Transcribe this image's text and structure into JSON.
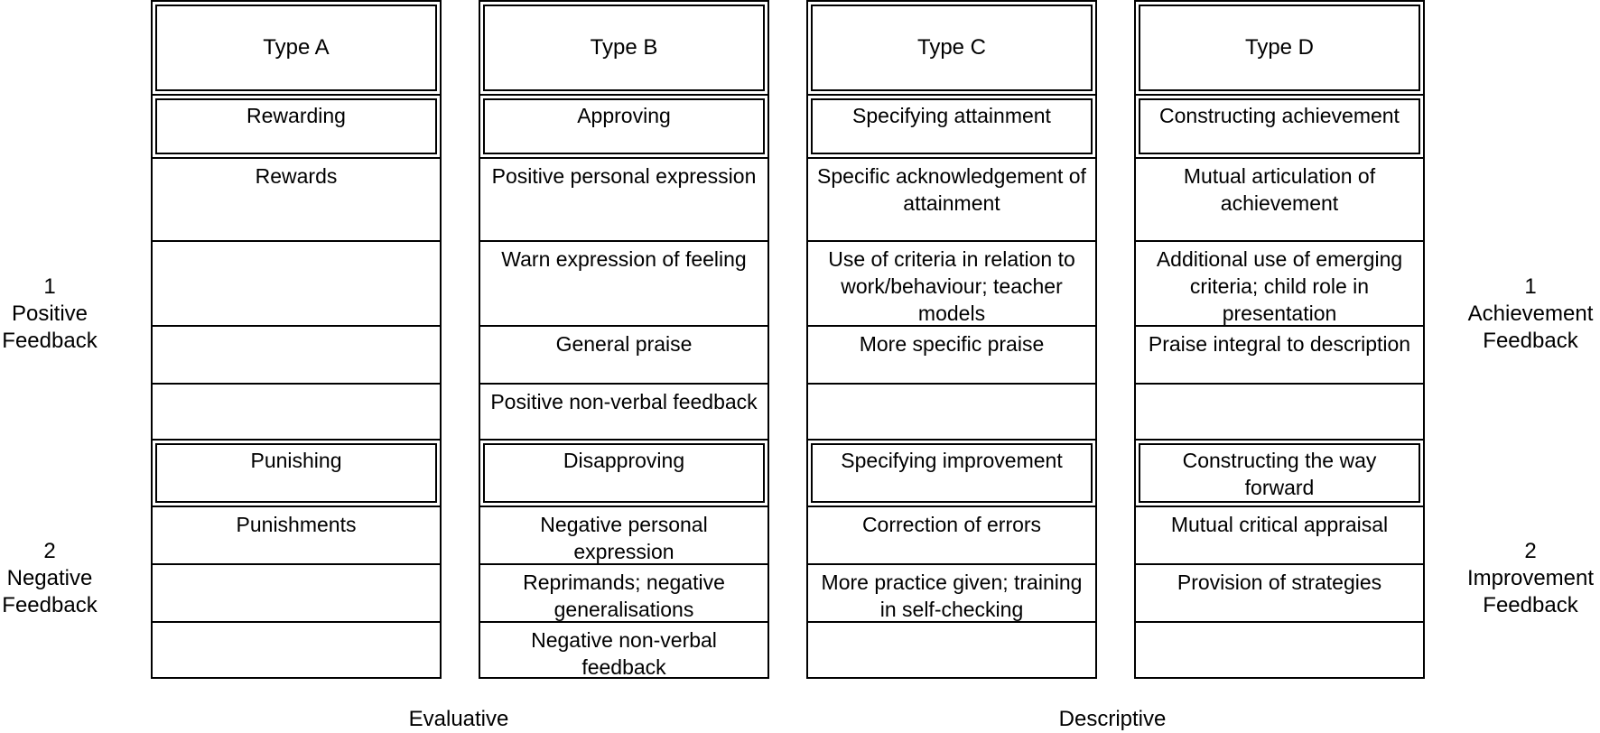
{
  "left_labels": [
    {
      "number": "1",
      "lines": [
        "Positive",
        "Feedback"
      ]
    },
    {
      "number": "2",
      "lines": [
        "Negative",
        "Feedback"
      ]
    }
  ],
  "right_labels": [
    {
      "number": "1",
      "lines": [
        "Achievement",
        "Feedback"
      ]
    },
    {
      "number": "2",
      "lines": [
        "Improvement",
        "Feedback"
      ]
    }
  ],
  "columns": [
    {
      "title": "Type A",
      "positive_category": "Rewarding",
      "positive_items": [
        "Rewards",
        "",
        "",
        ""
      ],
      "negative_category": "Punishing",
      "negative_items": [
        "Punishments",
        "",
        ""
      ]
    },
    {
      "title": "Type B",
      "positive_category": "Approving",
      "positive_items": [
        "Positive personal expression",
        "Warn expression of feeling",
        "General praise",
        "Positive non-verbal feedback"
      ],
      "negative_category": "Disapproving",
      "negative_items": [
        "Negative personal expression",
        "Reprimands; negative generalisations",
        "Negative non-verbal feedback"
      ]
    },
    {
      "title": "Type C",
      "positive_category": "Specifying attainment",
      "positive_items": [
        "Specific acknowledgement of attainment",
        "Use of criteria in relation to work/behaviour; teacher models",
        "More specific praise",
        ""
      ],
      "negative_category": "Specifying improvement",
      "negative_items": [
        "Correction of errors",
        "More practice given; training in self-checking",
        ""
      ]
    },
    {
      "title": "Type D",
      "positive_category": "Constructing achievement",
      "positive_items": [
        "Mutual articulation of achievement",
        "Additional use of emerging criteria; child role in presentation",
        "Praise integral to description",
        ""
      ],
      "negative_category": "Constructing the way forward",
      "negative_items": [
        "Mutual critical appraisal",
        "Provision of strategies",
        ""
      ]
    }
  ],
  "bottom_labels": {
    "evaluative": "Evaluative",
    "descriptive": "Descriptive"
  }
}
